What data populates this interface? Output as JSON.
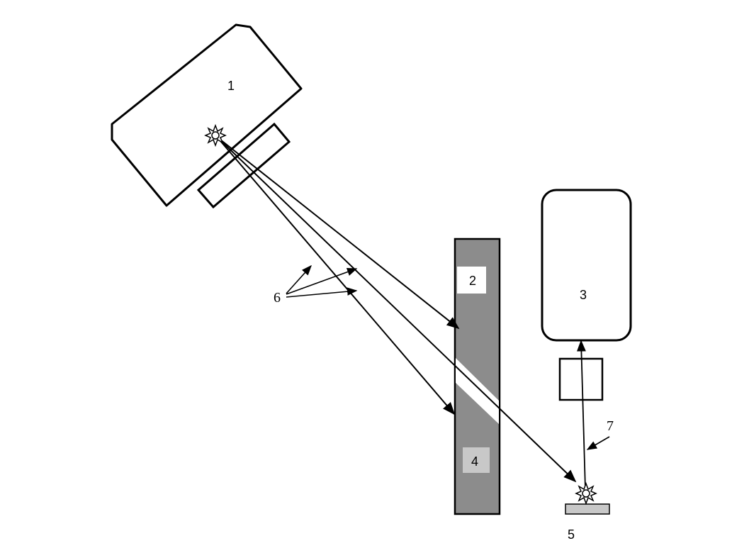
{
  "labels": {
    "source_unit": "1",
    "window_marker": "2",
    "detector_unit": "3",
    "window_marker_lower": "4",
    "target": "5",
    "beams": "6",
    "return_beam": "7"
  },
  "glyphs": {
    "source_point": "starburst-icon",
    "target_point": "starburst-icon"
  },
  "colors": {
    "stroke": "#000000",
    "barrier_fill": "#8c8c8c",
    "window_fill": "#ffffff",
    "lower_window_fill": "#c8c8c8",
    "target_fill": "#c8c8c8"
  }
}
